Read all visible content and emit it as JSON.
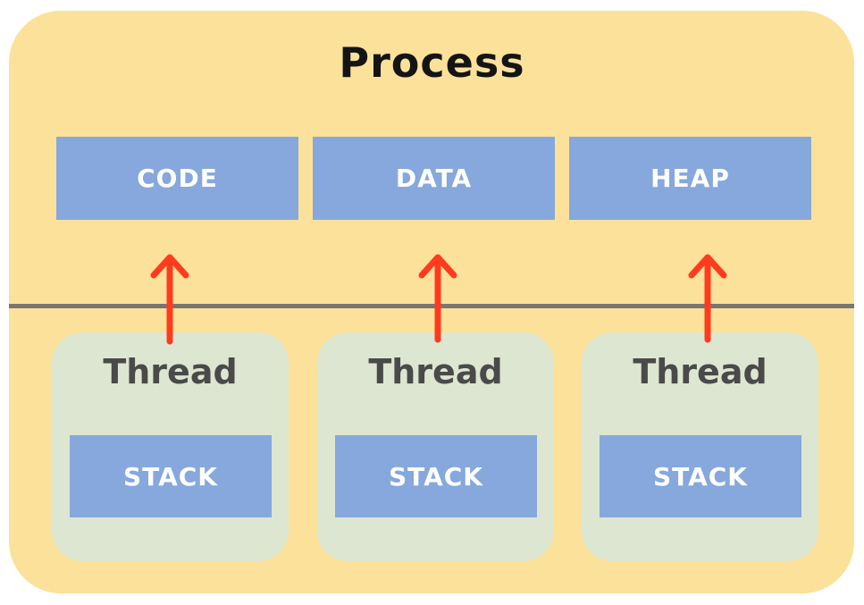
{
  "diagram": {
    "title": "Process",
    "shared_segments": [
      {
        "label": "CODE"
      },
      {
        "label": "DATA"
      },
      {
        "label": "HEAP"
      }
    ],
    "threads": [
      {
        "label": "Thread",
        "stack_label": "STACK"
      },
      {
        "label": "Thread",
        "stack_label": "STACK"
      },
      {
        "label": "Thread",
        "stack_label": "STACK"
      }
    ],
    "colors": {
      "process_background": "#fce19a",
      "segment": "#86a8dc",
      "thread_background": "#dde6d0",
      "arrow": "#ff3b1f",
      "divider": "#7a7570"
    },
    "arrow_icon": "arrow-up-icon"
  }
}
